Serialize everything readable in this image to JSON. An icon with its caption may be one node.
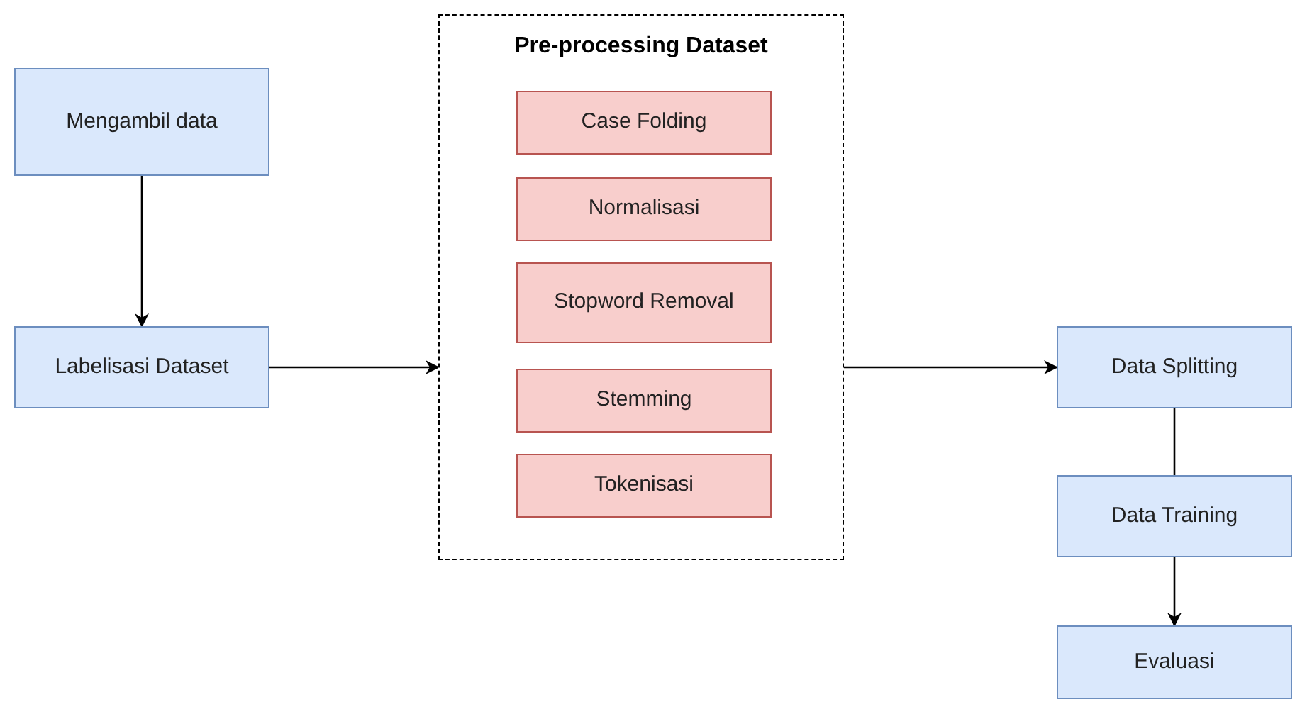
{
  "diagram": {
    "nodes": [
      {
        "text": [
          "Mengambil data"
        ]
      },
      {
        "text": [
          "Labelisasi Dataset"
        ]
      },
      {
        "text": [
          "Pre-processing Dataset"
        ]
      },
      {
        "text": [
          "Case Folding"
        ],
        "in": 2
      },
      {
        "text": [
          "Normalisasi"
        ],
        "in": 2
      },
      {
        "text": [
          "Stopword Removal"
        ],
        "in": 2
      },
      {
        "text": [
          "Stemming"
        ],
        "in": 2
      },
      {
        "text": [
          "Tokenisasi"
        ],
        "in": 2
      },
      {
        "text": [
          "Data Splitting"
        ]
      },
      {
        "text": [
          "Data Training"
        ]
      },
      {
        "text": [
          "Evaluasi"
        ]
      }
    ],
    "edges": [
      {
        "from": 0,
        "to": 1,
        "arrow": "to"
      },
      {
        "from": 1,
        "to": 2,
        "arrow": "to"
      },
      {
        "from": 2,
        "to": 8,
        "arrow": "to"
      },
      {
        "from": 8,
        "to": 9,
        "arrow": "none"
      },
      {
        "from": 9,
        "to": 10,
        "arrow": "to"
      }
    ]
  }
}
